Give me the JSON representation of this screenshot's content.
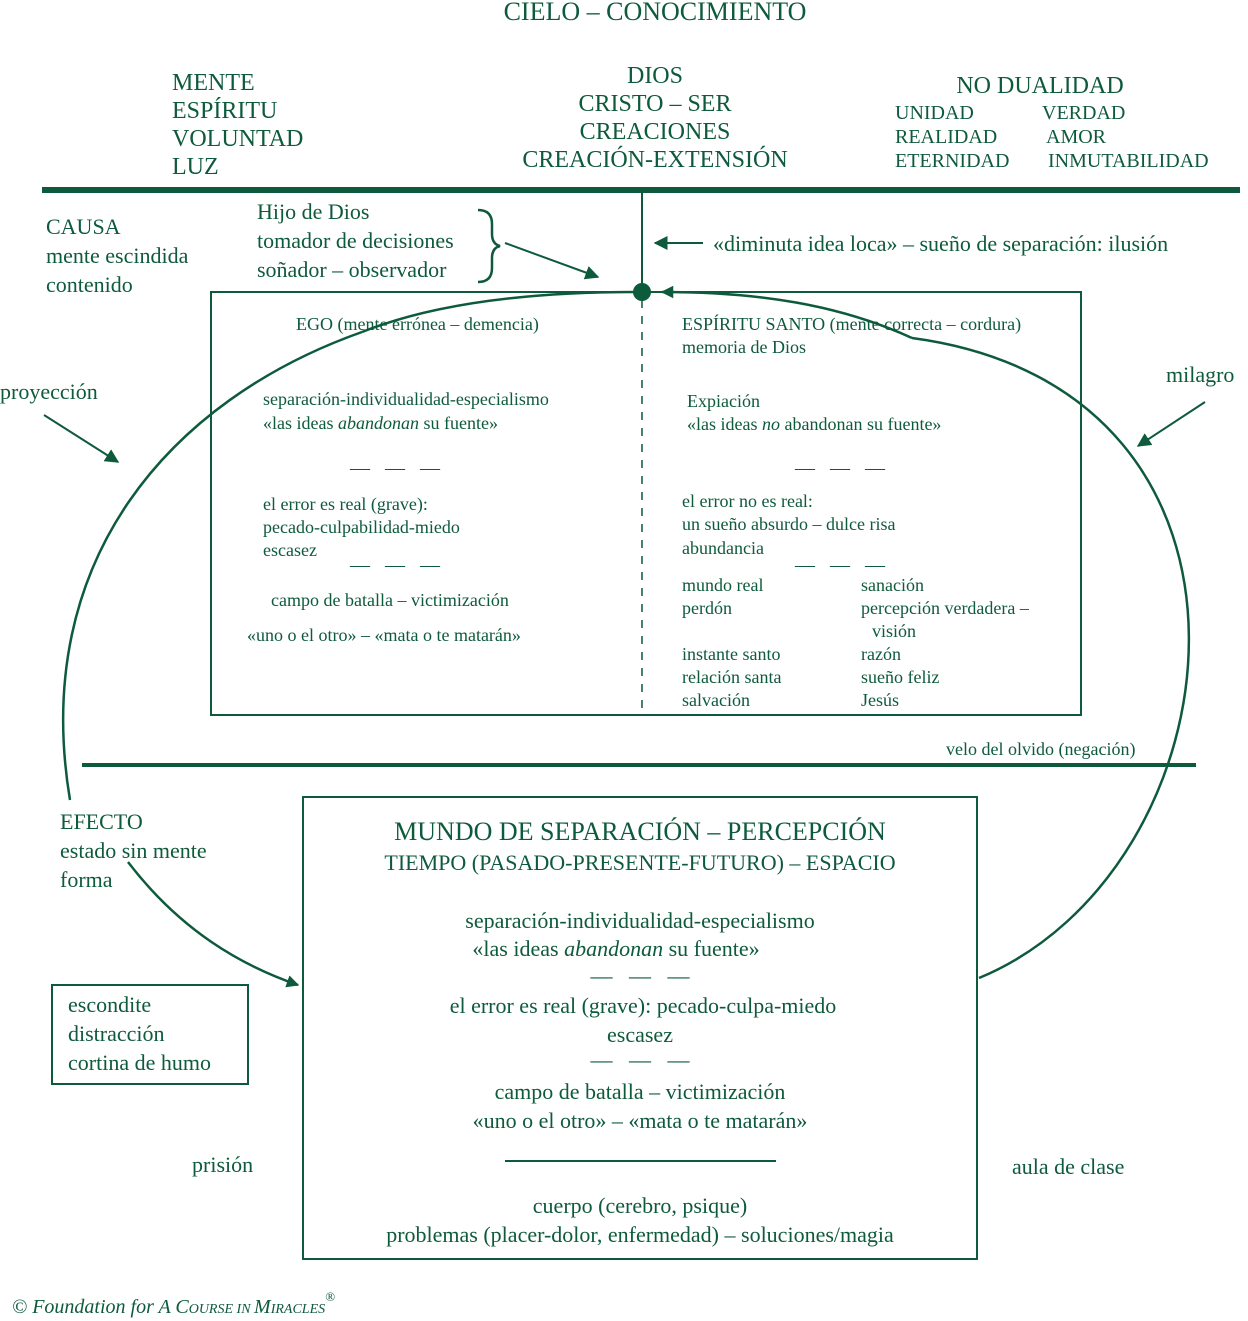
{
  "title": "CIELO – CONOCIMIENTO",
  "heaven": {
    "left": [
      "MENTE",
      "ESPÍRITU",
      "VOLUNTAD",
      "LUZ"
    ],
    "center": [
      "DIOS",
      "CRISTO – SER",
      "CREACIONES",
      "CREACIÓN-EXTENSIÓN"
    ],
    "right_title": "NO DUALIDAD",
    "right_col1": [
      "UNIDAD",
      "REALIDAD",
      "ETERNIDAD"
    ],
    "right_col2": [
      "VERDAD",
      "AMOR",
      "INMUTABILIDAD"
    ]
  },
  "causa": [
    "CAUSA",
    "mente escindida",
    "contenido"
  ],
  "son": [
    "Hijo de Dios",
    "tomador de decisiones",
    "soñador – observador"
  ],
  "tiny_idea": "«diminuta idea loca» – sueño de separación: ilusión",
  "ego": {
    "title": "EGO (mente errónea – demencia)",
    "sep1": "separación-individualidad-especialismo",
    "ideas_pre": "«las ideas ",
    "ideas_em": "abandonan",
    "ideas_post": " su fuente»",
    "dash": "—   —   —",
    "error": [
      "el error es real (grave):",
      "pecado-culpabilidad-miedo",
      "escasez"
    ],
    "battle": "campo de batalla – victimización",
    "kill": "«uno o el otro» – «mata o te matarán»"
  },
  "spirit": {
    "title": "ESPÍRITU SANTO (mente correcta – cordura)",
    "memory": "memoria de Dios",
    "atonement": "Expiación",
    "ideas_pre": "«las ideas ",
    "ideas_em": "no",
    "ideas_post": " abandonan su fuente»",
    "dash": "—   —   —",
    "error": [
      "el error no es real:",
      "un sueño absurdo – dulce risa",
      "abundancia"
    ],
    "col1": [
      "mundo real",
      "perdón",
      "instante santo",
      "relación santa",
      "salvación"
    ],
    "col2": [
      "sanación",
      "percepción verdadera –",
      "visión",
      "razón",
      "sueño feliz",
      "Jesús"
    ]
  },
  "proyeccion": "proyección",
  "milagro": "milagro",
  "veil": "velo del olvido (negación)",
  "efecto": [
    "EFECTO",
    "estado sin mente",
    "forma"
  ],
  "hiding": [
    "escondite",
    "distracción",
    "cortina de humo"
  ],
  "prision": "prisión",
  "aula": "aula de clase",
  "world": {
    "title": "MUNDO DE SEPARACIÓN – PERCEPCIÓN",
    "subtitle": "TIEMPO (PASADO-PRESENTE-FUTURO) – ESPACIO",
    "sep1": "separación-individualidad-especialismo",
    "ideas_pre": "«las ideas ",
    "ideas_em": "abandonan",
    "ideas_post": " su fuente»",
    "dash": "—   —   —",
    "error": "el error es real (grave): pecado-culpa-miedo",
    "escasez": "escasez",
    "battle": "campo de batalla – victimización",
    "kill": "«uno o el otro» – «mata o te matarán»",
    "body": "cuerpo (cerebro, psique)",
    "problems": "problemas (placer-dolor, enfermedad) – soluciones/magia"
  },
  "copyright": {
    "pre": "© Foundation for A C",
    "ourse": "OURSE IN ",
    "m": "M",
    "iracles": "IRACLES",
    "reg": "®"
  },
  "colors": {
    "ink": "#0e5a3c",
    "background": "#ffffff"
  }
}
